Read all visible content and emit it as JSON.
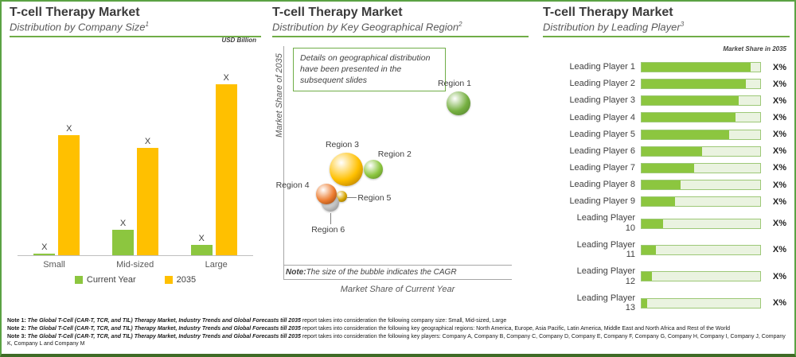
{
  "colors": {
    "accent_green": "#70AD47",
    "border_green": "#5BA244",
    "border_dark_green": "#3E6B26",
    "bar_green": "#8CC63F",
    "bar_orange": "#FFC000",
    "track_light_green": "#EAF3E0",
    "title_text": "#3B3B3B",
    "subtitle_text": "#595959"
  },
  "panels": [
    {
      "title": "T-cell Therapy Market",
      "subtitle": "Distribution by Company Size",
      "sup": "1",
      "unit_label": "USD Billion"
    },
    {
      "title": "T-cell Therapy Market",
      "subtitle": "Distribution by Key Geographical Region",
      "sup": "2",
      "callout": "Details on geographical distribution have been presented in the subsequent slides",
      "note_label": "Note:",
      "note_text": " The size of the bubble indicates the CAGR",
      "x_axis_label": "Market Share of Current Year",
      "y_axis_label": "Market Share of 2035"
    },
    {
      "title": "T-cell Therapy Market",
      "subtitle": "Distribution by Leading Player",
      "sup": "3",
      "unit_label": "Market Share in 2035"
    }
  ],
  "chart_data": [
    {
      "type": "bar",
      "title": "T-cell Therapy Market — Distribution by Company Size",
      "ylabel": "USD Billion",
      "categories": [
        "Small",
        "Mid-sized",
        "Large"
      ],
      "series": [
        {
          "name": "Current Year",
          "color": "#8CC63F",
          "value_labels": [
            "X",
            "X",
            "X"
          ],
          "relative_heights_pct": [
            1,
            15,
            6
          ]
        },
        {
          "name": "2035",
          "color": "#FFC000",
          "value_labels": [
            "X",
            "X",
            "X"
          ],
          "relative_heights_pct": [
            70,
            63,
            100
          ]
        }
      ],
      "legend_position": "bottom",
      "grid": false
    },
    {
      "type": "scatter",
      "title": "T-cell Therapy Market — Distribution by Key Geographical Region",
      "xlabel": "Market Share of Current Year",
      "ylabel": "Market Share of 2035",
      "note": "The size of the bubble indicates the CAGR",
      "points": [
        {
          "label": "Region 1",
          "x_pct": 78,
          "y_pct": 75,
          "r": 15,
          "color": "#76B041",
          "color_dark": "#4E7A2B",
          "label_placement": "top"
        },
        {
          "label": "Region 2",
          "x_pct": 40,
          "y_pct": 45,
          "r": 12,
          "color": "#8CC63F",
          "color_dark": "#567F24",
          "label_placement": "top-right"
        },
        {
          "label": "Region 3",
          "x_pct": 28,
          "y_pct": 45,
          "r": 21,
          "color": "#FFC000",
          "color_dark": "#9C6500",
          "label_placement": "top"
        },
        {
          "label": "Region 4",
          "x_pct": 19,
          "y_pct": 34,
          "r": 13,
          "color": "#ED7D31",
          "color_dark": "#843C0C",
          "label_placement": "left"
        },
        {
          "label": "Region 5",
          "x_pct": 26,
          "y_pct": 33,
          "r": 7,
          "color": "#D6A400",
          "color_dark": "#7F6000",
          "label_placement": "right"
        },
        {
          "label": "Region 6",
          "x_pct": 21,
          "y_pct": 30,
          "r": 11,
          "color": "#BFBFBF",
          "color_dark": "#7F7F7F",
          "label_placement": "bottom"
        }
      ]
    },
    {
      "type": "bar",
      "orientation": "horizontal",
      "title": "T-cell Therapy Market — Distribution by Leading Player",
      "xlabel": "Market Share in 2035",
      "categories": [
        "Leading Player 1",
        "Leading Player 2",
        "Leading Player 3",
        "Leading Player 4",
        "Leading Player 5",
        "Leading Player 6",
        "Leading Player 7",
        "Leading Player 8",
        "Leading Player 9",
        "Leading Player 10",
        "Leading Player 11",
        "Leading Player 12",
        "Leading Player 13"
      ],
      "value_label": "X%",
      "bar_fill_pct": [
        92,
        88,
        82,
        79,
        74,
        51,
        44,
        33,
        28,
        18,
        12,
        9,
        5
      ],
      "bar_color": "#8CC63F",
      "track_color": "#EAF3E0"
    }
  ],
  "notes": [
    {
      "label": "Note 1:",
      "title": " The Global T-Cell (CAR-T, TCR, and TIL) Therapy Market, Industry Trends and Global Forecasts till 2035 ",
      "rest": "report takes into consideration the following company size: Small, Mid-sized, Large"
    },
    {
      "label": "Note 2:",
      "title": " The Global T-Cell (CAR-T, TCR, and TIL) Therapy Market, Industry Trends and Global Forecasts till 2035 ",
      "rest": "report takes into consideration the following key geographical regions: North America, Europe, Asia Pacific, Latin America, Middle East and North Africa and Rest of the World"
    },
    {
      "label": "Note 3:",
      "title": " The Global T-Cell (CAR-T, TCR, and TIL) Therapy Market, Industry Trends and Global Forecasts till 2035 ",
      "rest": "report takes into consideration the following key players: Company A, Company B, Company C, Company D, Company E, Company F, Company G, Company H, Company I, Company J, Company K, Company L and Company M"
    }
  ]
}
